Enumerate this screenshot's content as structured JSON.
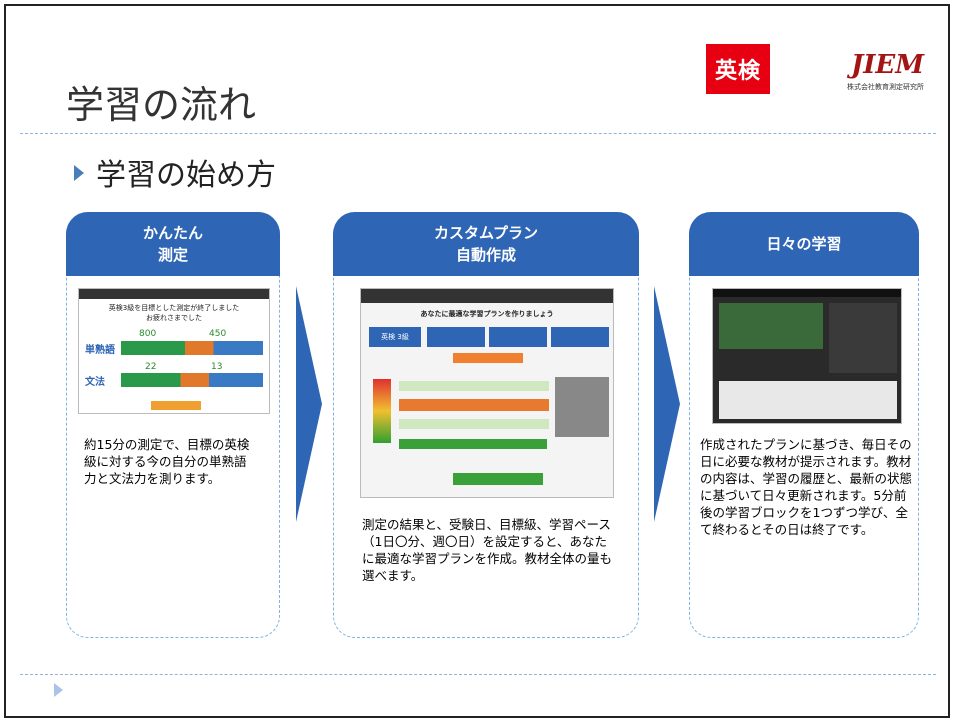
{
  "logo_eiken": "英検",
  "logo_jiem": {
    "mark": "JIEM",
    "sub": "株式会社教育測定研究所"
  },
  "title": "学習の流れ",
  "subtitle": "学習の始め方",
  "colors": {
    "accent": "#2e65b5",
    "border": "#7fb2e5",
    "bullet": "#4a7ebb"
  },
  "steps": [
    {
      "heading": [
        "かんたん",
        "測定"
      ],
      "text": "約15分の測定で、目標の英検級に対する今の自分の単熟語力と文法力を測ります。",
      "screenshot": {
        "lines": [
          "英検3級を目標とした測定が終了しました",
          "お疲れさまでした"
        ],
        "label1": "単熟語",
        "label2": "文法",
        "num1a": "800",
        "num1b": "450",
        "num2a": "22",
        "num2b": "13"
      }
    },
    {
      "heading": [
        "カスタムプラン",
        "自動作成"
      ],
      "text": "測定の結果と、受験日、目標級、学習ペース（1日〇分、週〇日）を設定すると、あなたに最適な学習プランを作成。教材全体の量も選べます。",
      "screenshot": {
        "heading": "あなたに最適な学習プランを作りましょう",
        "grade": "英検 3級"
      }
    },
    {
      "heading": [
        "日々の学習"
      ],
      "text": "作成されたプランに基づき、毎日その日に必要な教材が提示されます。教材の内容は、学習の履歴と、最新の状態に基づいて日々更新されます。5分前後の学習ブロックを1つずつ学び、全て終わるとその日は終了です。",
      "screenshot": {}
    }
  ]
}
